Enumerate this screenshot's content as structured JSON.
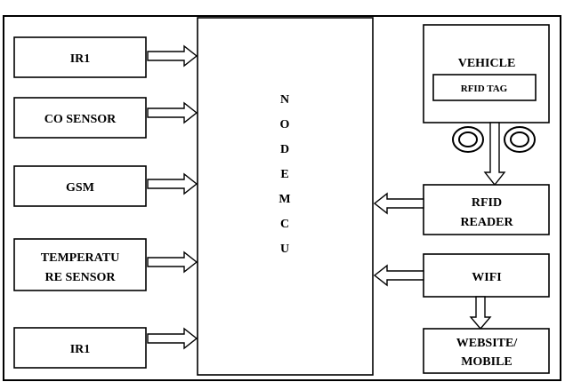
{
  "diagram": {
    "inputs": {
      "ir1_top": "IR1",
      "co_sensor": "CO SENSOR",
      "gsm": "GSM",
      "temperature_line1": "TEMPERATU",
      "temperature_line2": "RE SENSOR",
      "ir1_bottom": "IR1"
    },
    "controller_letters": [
      "N",
      "O",
      "D",
      "E",
      "M",
      "C",
      "U"
    ],
    "vehicle": {
      "label": "VEHICLE",
      "tag": "RFID TAG"
    },
    "rfid_reader": {
      "line1": "RFID",
      "line2": "READER"
    },
    "wifi": "WIFI",
    "website": {
      "line1": "WEBSITE/",
      "line2": "MOBILE"
    }
  }
}
